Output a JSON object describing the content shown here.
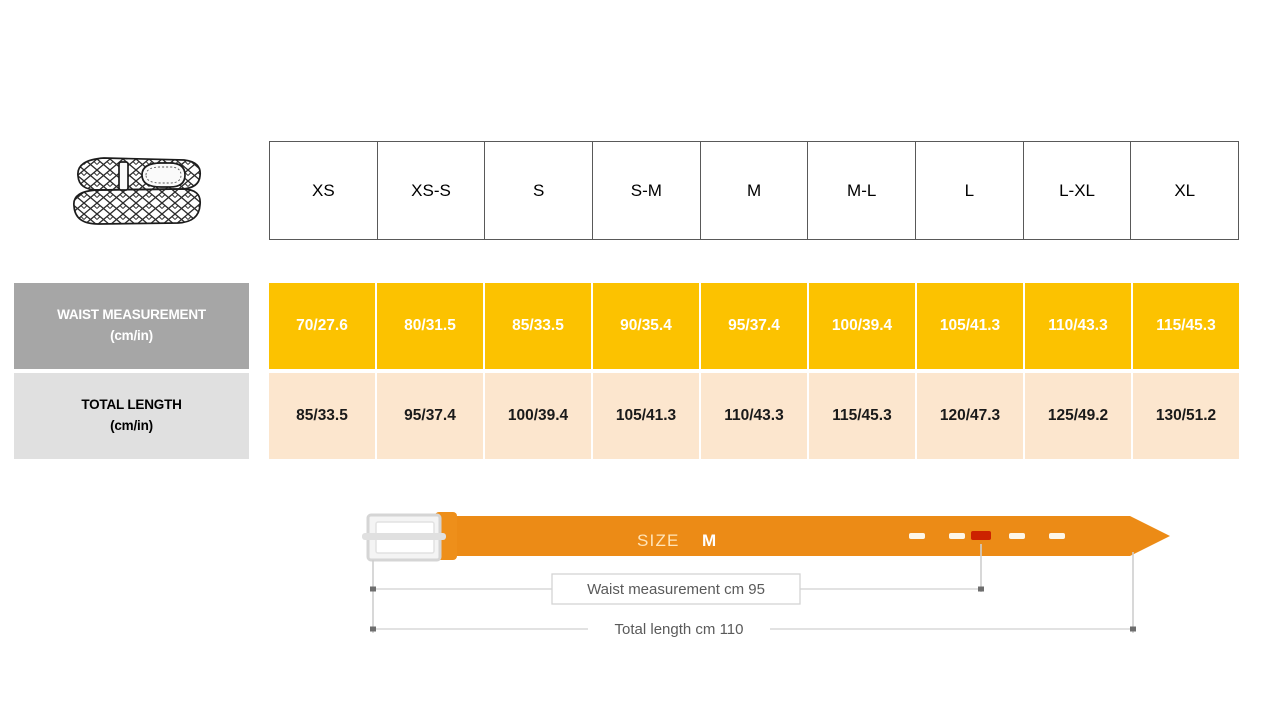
{
  "product": {
    "icon": "braided-belt-icon",
    "alt": "braided belt"
  },
  "table": {
    "size_headers": [
      "XS",
      "XS-S",
      "S",
      "S-M",
      "M",
      "M-L",
      "L",
      "L-XL",
      "XL"
    ],
    "rows": [
      {
        "label_line1": "WAIST MEASUREMENT",
        "label_line2": "(cm/in)",
        "label_bg": "#a6a6a6",
        "label_color": "#ffffff",
        "cell_bg": "#fcc200",
        "cell_color": "#ffffff",
        "values": [
          "70/27.6",
          "80/31.5",
          "85/33.5",
          "90/35.4",
          "95/37.4",
          "100/39.4",
          "105/41.3",
          "110/43.3",
          "115/45.3"
        ]
      },
      {
        "label_line1": "TOTAL LENGTH",
        "label_line2": "(cm/in)",
        "label_bg": "#e0e0e0",
        "label_color": "#000000",
        "cell_bg": "#fce6ce",
        "cell_color": "#1a1a1a",
        "values": [
          "85/33.5",
          "95/37.4",
          "100/39.4",
          "105/41.3",
          "110/43.3",
          "115/45.3",
          "120/47.3",
          "125/49.2",
          "130/51.2"
        ]
      }
    ]
  },
  "diagram": {
    "size_label": "SIZE",
    "size_value": "M",
    "waist_dimension": "Waist measurement cm 95",
    "total_dimension": "Total length cm 110",
    "belt_color": "#ec8b16",
    "buckle_color": "#e8e8e8",
    "active_hole_color": "#cc2200",
    "hole_count": 5,
    "active_hole_index": 3
  }
}
